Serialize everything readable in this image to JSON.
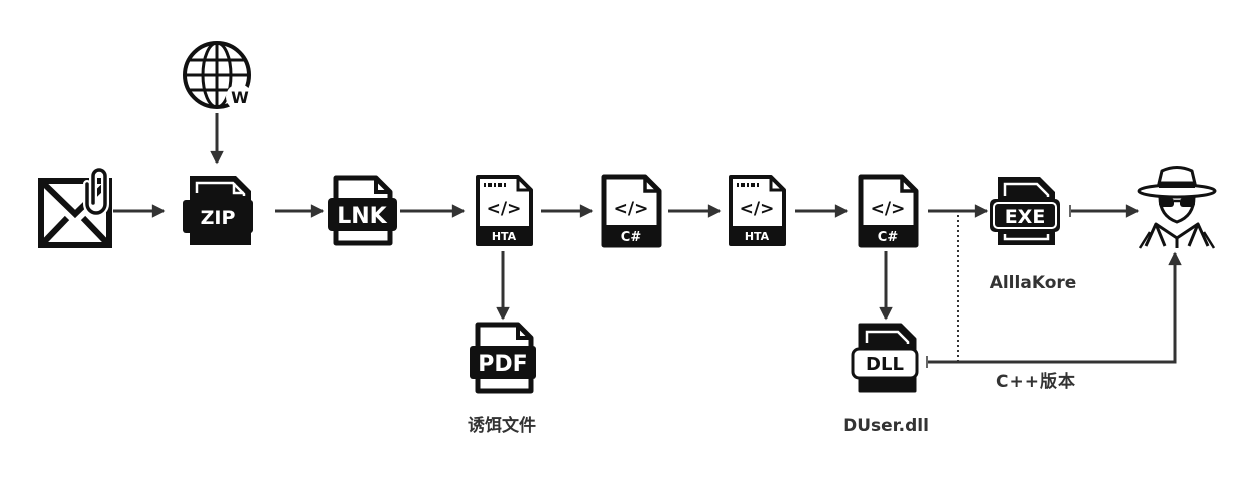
{
  "colors": {
    "ink": "#111111",
    "arrow": "#333333",
    "label": "#333333",
    "paper": "#ffffff"
  },
  "icons": {
    "globe_badge": "W",
    "zip": "ZIP",
    "lnk": "LNK",
    "hta_first": "HTA",
    "csharp_first": "C#",
    "hta_second": "HTA",
    "csharp_second": "C#",
    "exe": "EXE",
    "pdf": "PDF",
    "dll": "DLL",
    "code_glyph": "</>"
  },
  "captions": {
    "decoy_file": "诱饵文件",
    "dll_file": "DUser.dll",
    "exe_name": "AlllaKore",
    "cpp_version": "C++版本"
  }
}
